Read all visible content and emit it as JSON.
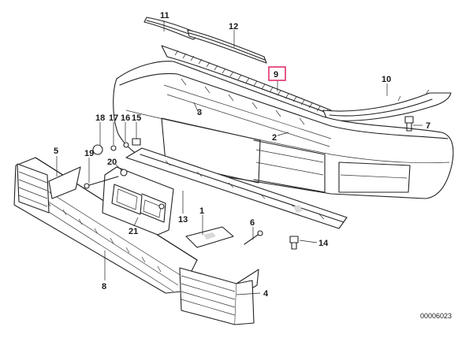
{
  "diagram": {
    "highlight_color": "#e0306a",
    "highlighted_callout": "9",
    "document_number": "00006023",
    "callouts": [
      "11",
      "12",
      "9",
      "10",
      "3",
      "18",
      "17",
      "16",
      "15",
      "7",
      "2",
      "5",
      "19",
      "20",
      "13",
      "1",
      "6",
      "21",
      "14",
      "8",
      "4"
    ]
  }
}
